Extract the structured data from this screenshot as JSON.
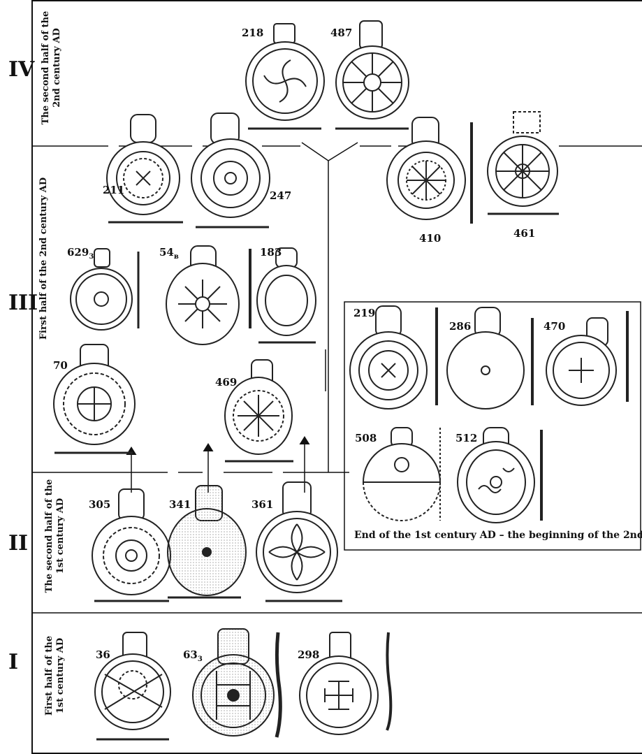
{
  "periods": [
    {
      "numeral": "IV",
      "label_line1": "The second half of the",
      "label_line2": "2nd century AD"
    },
    {
      "numeral": "III",
      "label_line1": "First half of the 2nd century AD",
      "label_line2": ""
    },
    {
      "numeral": "II",
      "label_line1": "The second half of the",
      "label_line2": "1st century AD"
    },
    {
      "numeral": "I",
      "label_line1": "First half of the",
      "label_line2": "1st century AD"
    }
  ],
  "inset_caption": "End of the 1st century AD – the beginning of the 2nd",
  "items": [
    {
      "id": "218",
      "sub": ""
    },
    {
      "id": "487",
      "sub": ""
    },
    {
      "id": "211",
      "sub": ""
    },
    {
      "id": "247",
      "sub": ""
    },
    {
      "id": "410",
      "sub": ""
    },
    {
      "id": "461",
      "sub": ""
    },
    {
      "id": "629",
      "sub": "3"
    },
    {
      "id": "54",
      "sub": "в"
    },
    {
      "id": "183",
      "sub": ""
    },
    {
      "id": "70",
      "sub": ""
    },
    {
      "id": "469",
      "sub": ""
    },
    {
      "id": "219",
      "sub": ""
    },
    {
      "id": "286",
      "sub": ""
    },
    {
      "id": "470",
      "sub": ""
    },
    {
      "id": "508",
      "sub": ""
    },
    {
      "id": "512",
      "sub": ""
    },
    {
      "id": "305",
      "sub": ""
    },
    {
      "id": "341",
      "sub": ""
    },
    {
      "id": "361",
      "sub": ""
    },
    {
      "id": "36",
      "sub": ""
    },
    {
      "id": "63",
      "sub": "3"
    },
    {
      "id": "298",
      "sub": ""
    }
  ]
}
